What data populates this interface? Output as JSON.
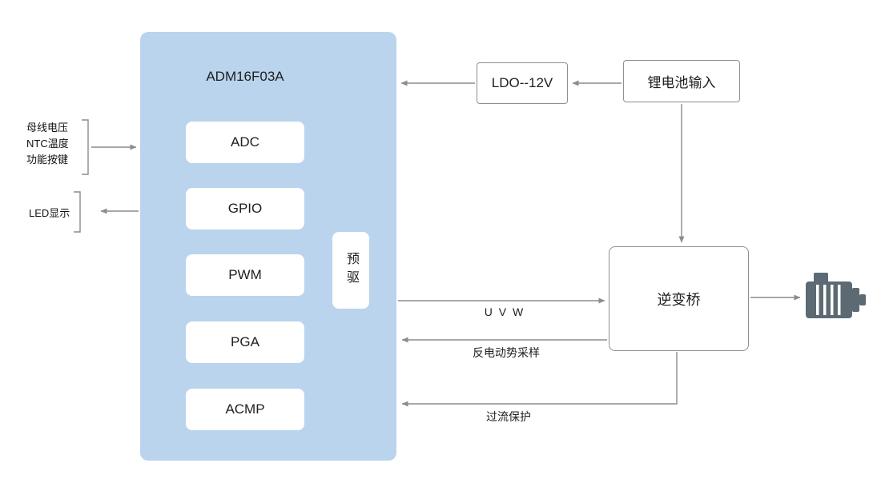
{
  "colors": {
    "chip-fill": "#b9d4ec",
    "line": "#8c8c8c",
    "box-border": "#8f8f8f"
  },
  "chip": {
    "title": "ADM16F03A",
    "blocks": [
      "ADC",
      "GPIO",
      "PWM",
      "PGA",
      "ACMP"
    ],
    "predriver": "预驱"
  },
  "left": {
    "input_lines": [
      "母线电压",
      "NTC温度",
      "功能按键"
    ],
    "led_label": "LED显示"
  },
  "power": {
    "ldo": "LDO--12V",
    "battery": "锂电池输入"
  },
  "inverter": {
    "label": "逆变桥"
  },
  "signals": {
    "uvw": "U V W",
    "bemf": "反电动势采样",
    "ocp": "过流保护"
  }
}
